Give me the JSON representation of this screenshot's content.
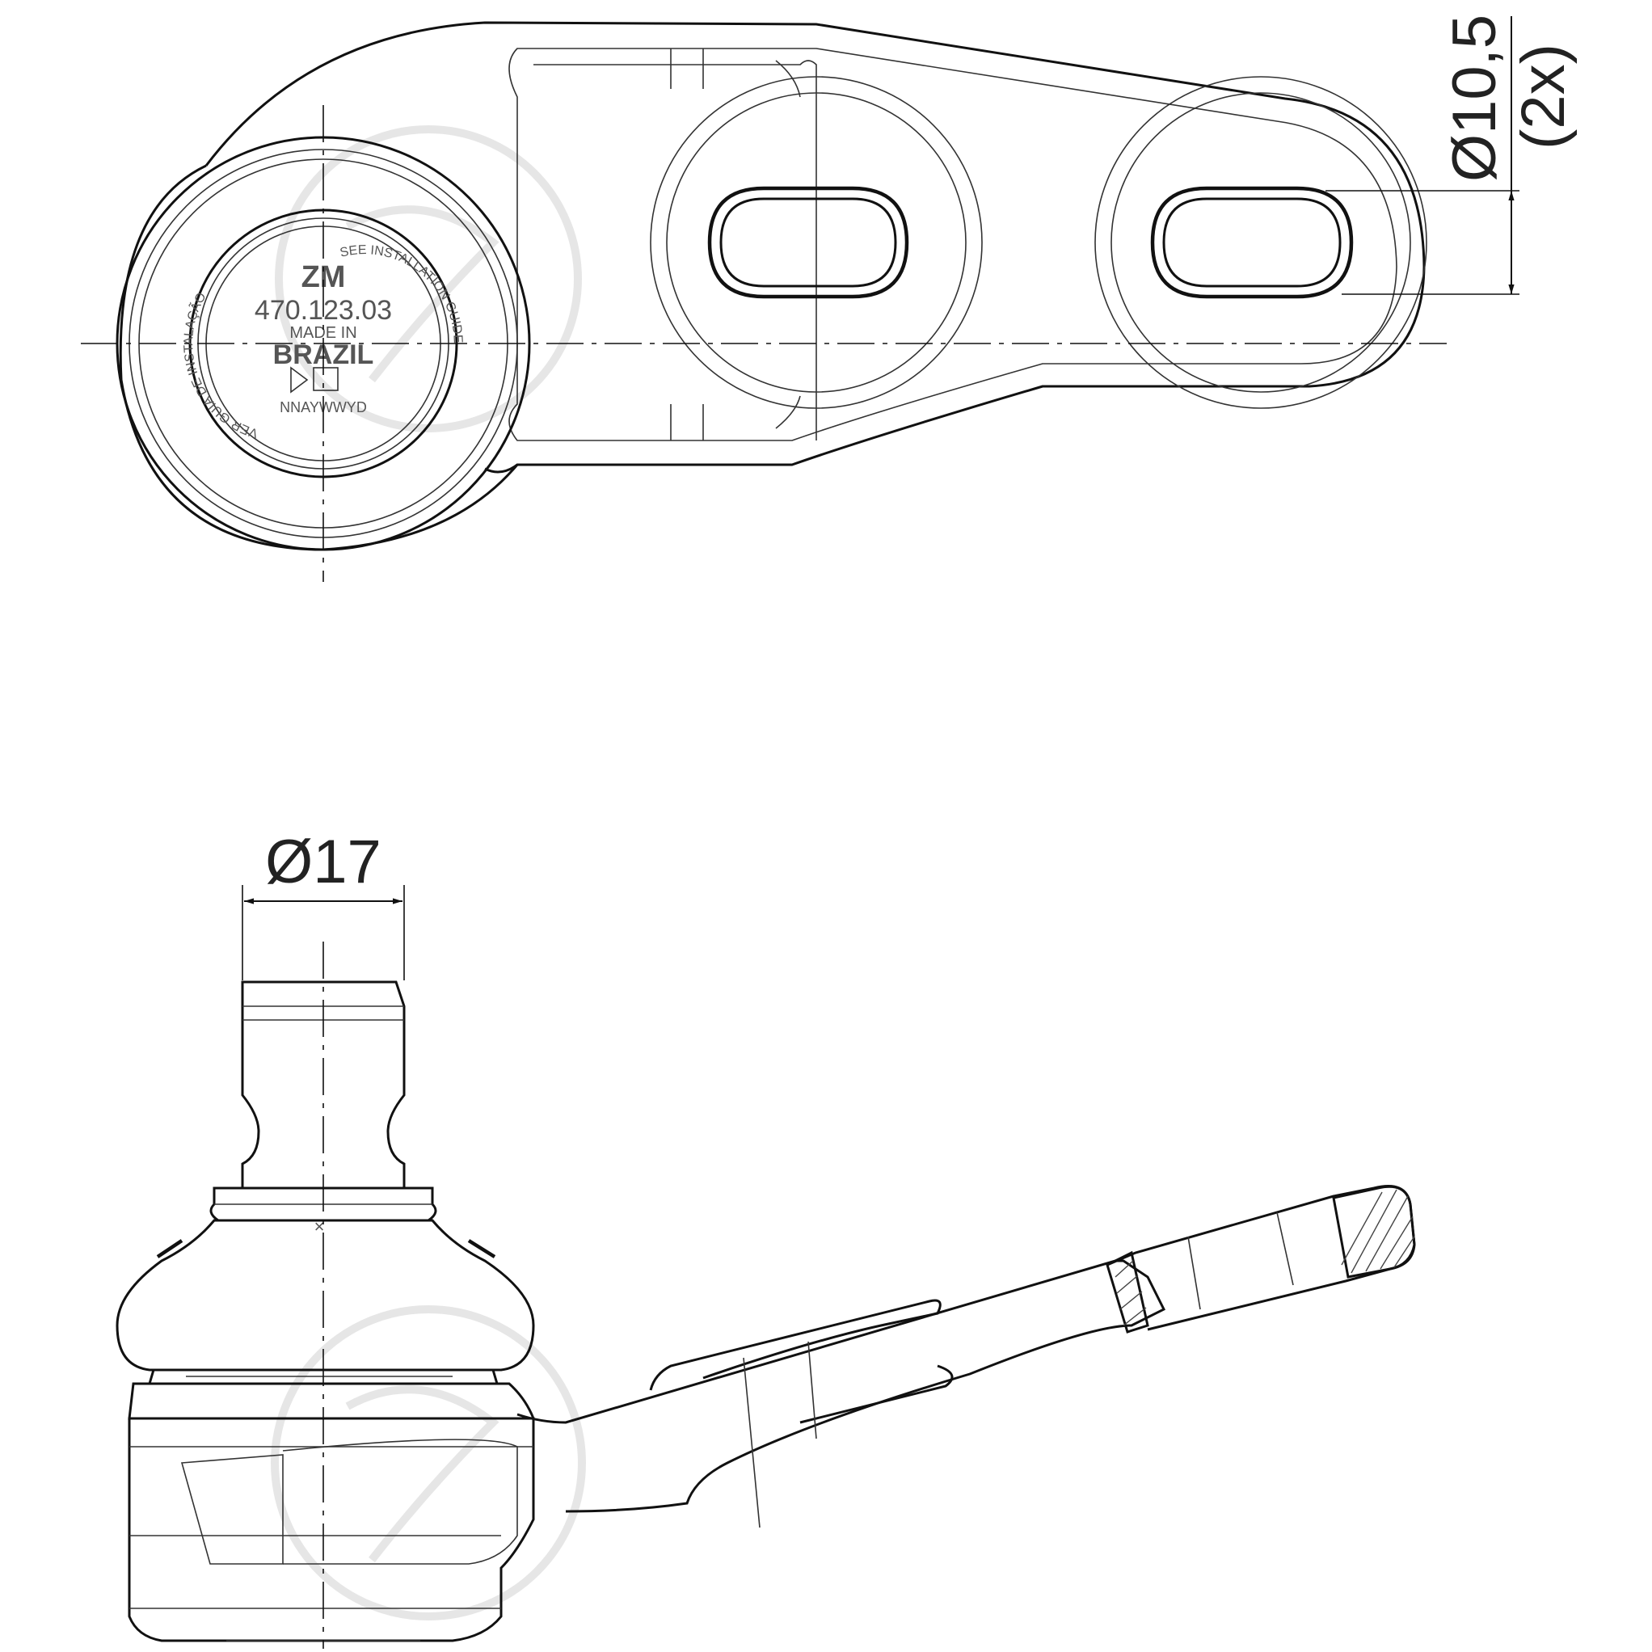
{
  "dimensions": {
    "hole_diameter": "Ø10,5",
    "hole_count": "(2x)",
    "stud_diameter": "Ø17"
  },
  "ball_joint_marking": {
    "brand": "ZM",
    "part_number": "470.123.03",
    "origin_line1": "MADE IN",
    "origin_line2": "BRAZIL",
    "date_code": "NNAYWWYD",
    "ring_text_left": "VER GUIA DE INSTALAÇÃO",
    "ring_text_right": "SEE INSTALLATION GUIDE"
  }
}
